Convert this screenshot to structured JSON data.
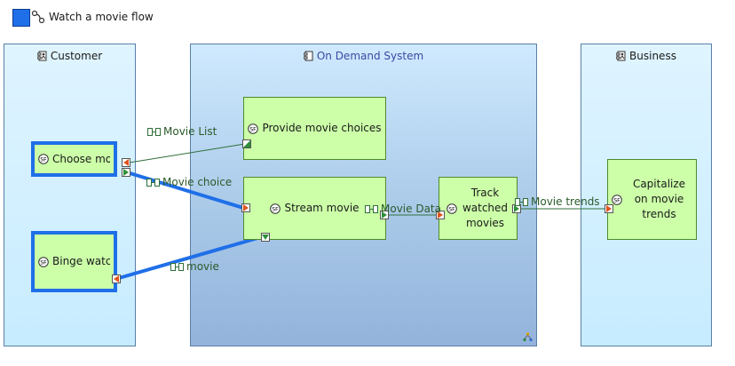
{
  "legend": {
    "label": "Watch a movie flow",
    "swatch_color": "#1f6fe8",
    "icon": "functional-chain-icon"
  },
  "lanes": {
    "customer": {
      "title": "Customer",
      "icon": "actor-component-icon"
    },
    "system": {
      "title": "On Demand System",
      "icon": "system-component-icon"
    },
    "business": {
      "title": "Business",
      "icon": "actor-component-icon"
    }
  },
  "functions": {
    "choose_movie": {
      "label": "Choose mov..",
      "icon": "system-function-icon"
    },
    "binge_watch": {
      "label": "Binge watch",
      "icon": "system-function-icon"
    },
    "provide_choices": {
      "label": "Provide movie choices",
      "icon": "system-function-icon"
    },
    "stream_movie": {
      "label": "Stream movie",
      "icon": "system-function-icon"
    },
    "track_watched": {
      "label": "Track watched movies"
    },
    "capitalize_trends": {
      "label": "Capitalize on movie trends",
      "icon": "system-function-icon"
    }
  },
  "exchanges": {
    "movie_list": {
      "label": "Movie List",
      "icon": "functional-exchange-icon"
    },
    "movie_choice": {
      "label": "Movie choice",
      "icon": "functional-exchange-icon"
    },
    "movie_data": {
      "label": "Movie Data",
      "icon": "functional-exchange-icon"
    },
    "movie_trends": {
      "label": "Movie trends",
      "icon": "functional-exchange-icon"
    },
    "movie": {
      "label": "movie",
      "icon": "functional-exchange-icon"
    }
  },
  "colors": {
    "highlight": "#1f6fe8",
    "function_fill": "#ccffa8",
    "exchange_line": "#2f6f3a",
    "out_port": "#e0531f",
    "in_port": "#2f8f3a"
  }
}
